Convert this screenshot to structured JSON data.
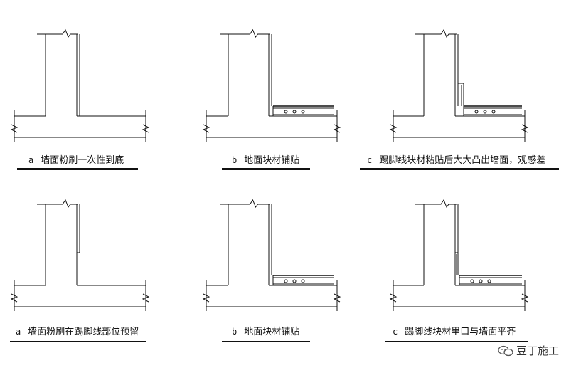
{
  "panels": [
    {
      "id": "a1",
      "letter": "a",
      "caption": "墙面粉刷一次性到底",
      "type": "render_full"
    },
    {
      "id": "b1",
      "letter": "b",
      "caption": "地面块材铺贴",
      "type": "tile_floor"
    },
    {
      "id": "c1",
      "letter": "c",
      "caption": "踢脚线块材粘贴后大大凸出墙面，观感差",
      "type": "skirting_protrude"
    },
    {
      "id": "a2",
      "letter": "a",
      "caption": "墙面粉刷在踢脚线部位预留",
      "type": "render_reserved"
    },
    {
      "id": "b2",
      "letter": "b",
      "caption": "地面块材铺贴",
      "type": "tile_floor_reserved"
    },
    {
      "id": "c2",
      "letter": "c",
      "caption": "踢脚线块材里口与墙面平齐",
      "type": "skirting_flush"
    }
  ],
  "watermark": {
    "text": "豆丁施工",
    "icon": "wechat-icon"
  },
  "colors": {
    "line": "#111111"
  }
}
